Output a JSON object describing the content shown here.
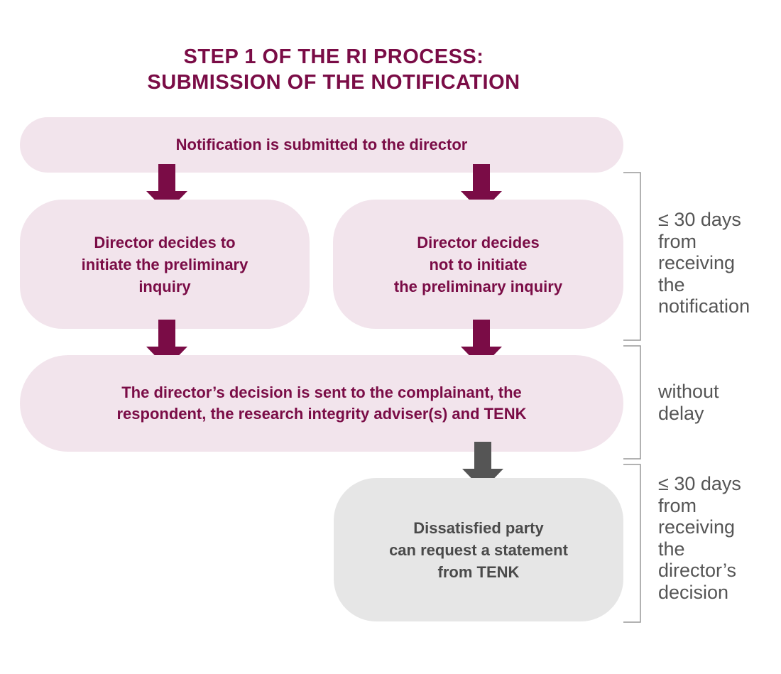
{
  "title": {
    "line1": "STEP 1 OF THE RI PROCESS:",
    "line2": "SUBMISSION OF THE NOTIFICATION"
  },
  "boxes": {
    "submitted": "Notification is submitted to the director",
    "initiate": [
      "Director decides to",
      "initiate the preliminary",
      "inquiry"
    ],
    "not_initiate": [
      "Director decides",
      "not to initiate",
      "the preliminary inquiry"
    ],
    "sent": [
      "The director’s decision is sent to the complainant, the",
      "respondent, the research integrity adviser(s) and TENK"
    ],
    "dissatisfied": [
      "Dissatisfied party",
      "can request a statement",
      "from TENK"
    ]
  },
  "timeframes": {
    "first": [
      "≤ 30 days",
      "from",
      "receiving",
      "the",
      "notification"
    ],
    "second": [
      "without",
      "delay"
    ],
    "third": [
      "≤ 30 days",
      "from",
      "receiving",
      "the",
      "director’s",
      "decision"
    ]
  },
  "colors": {
    "accent": "#7a0c46",
    "pink_box": "#f2e4ec",
    "grey_box": "#e6e6e6",
    "grey_arrow": "#555555",
    "note_text": "#555555"
  }
}
